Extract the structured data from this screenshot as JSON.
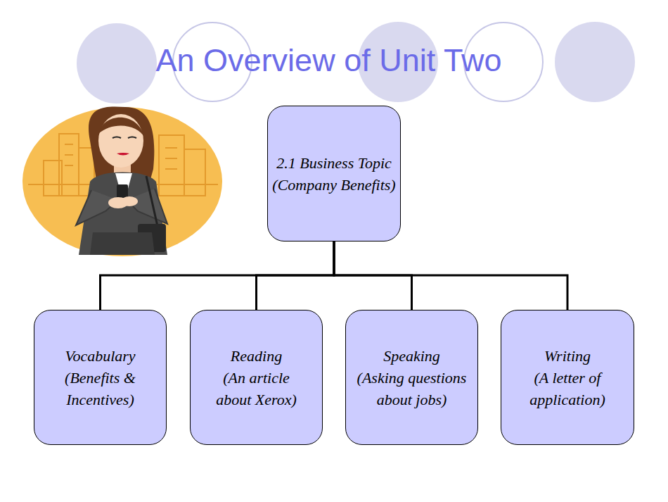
{
  "diagram": {
    "title": "An Overview of Unit Two",
    "nodes": [
      {
        "text": [
          "2.1 Business Topic",
          "(Company Benefits)"
        ]
      },
      {
        "text": [
          "Vocabulary",
          "(Benefits & Incentives)"
        ]
      },
      {
        "text": [
          "Reading",
          "(An article about Xerox)"
        ]
      },
      {
        "text": [
          "Speaking",
          "(Asking questions about jobs)"
        ]
      },
      {
        "text": [
          "Writing",
          "(A letter of application)"
        ]
      }
    ],
    "edges": [
      {
        "from": 0,
        "to": 1,
        "arrow": "none"
      },
      {
        "from": 0,
        "to": 2,
        "arrow": "none"
      },
      {
        "from": 0,
        "to": 3,
        "arrow": "none"
      },
      {
        "from": 0,
        "to": 4,
        "arrow": "none"
      }
    ]
  }
}
